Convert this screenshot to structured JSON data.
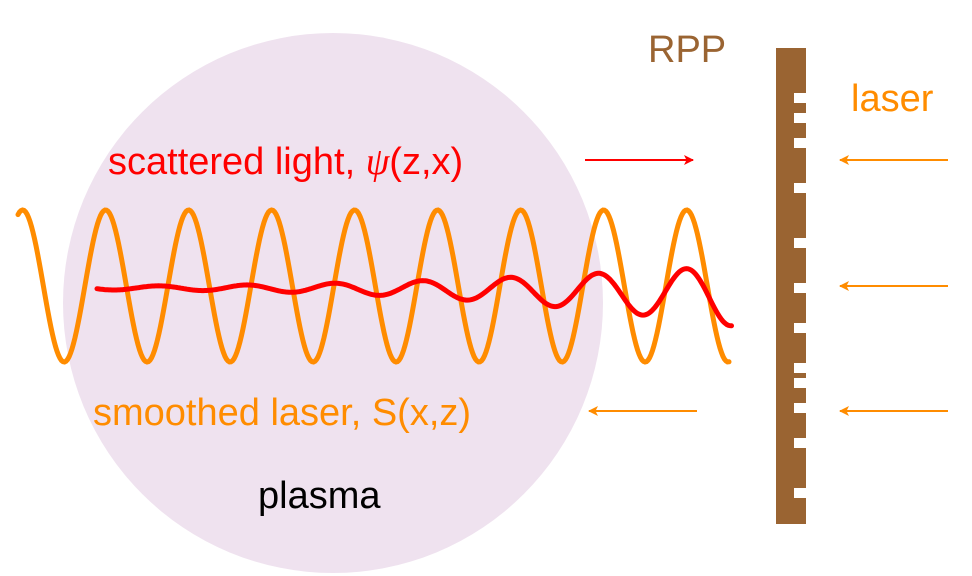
{
  "labels": {
    "scattered_text": "scattered light, ",
    "scattered_symbol": "ψ",
    "scattered_args": "(z,x)",
    "smoothed": "smoothed laser, S(x,z)",
    "plasma": "plasma",
    "rpp": "RPP",
    "laser": "laser"
  },
  "colors": {
    "laser": "#ff8c00",
    "scattered": "#ff0000",
    "plasma": "#efe2ef",
    "rpp": "#9a6432",
    "text": "#000000"
  },
  "icons": {
    "arrow": "arrow-icon",
    "wave": "wave-icon"
  }
}
